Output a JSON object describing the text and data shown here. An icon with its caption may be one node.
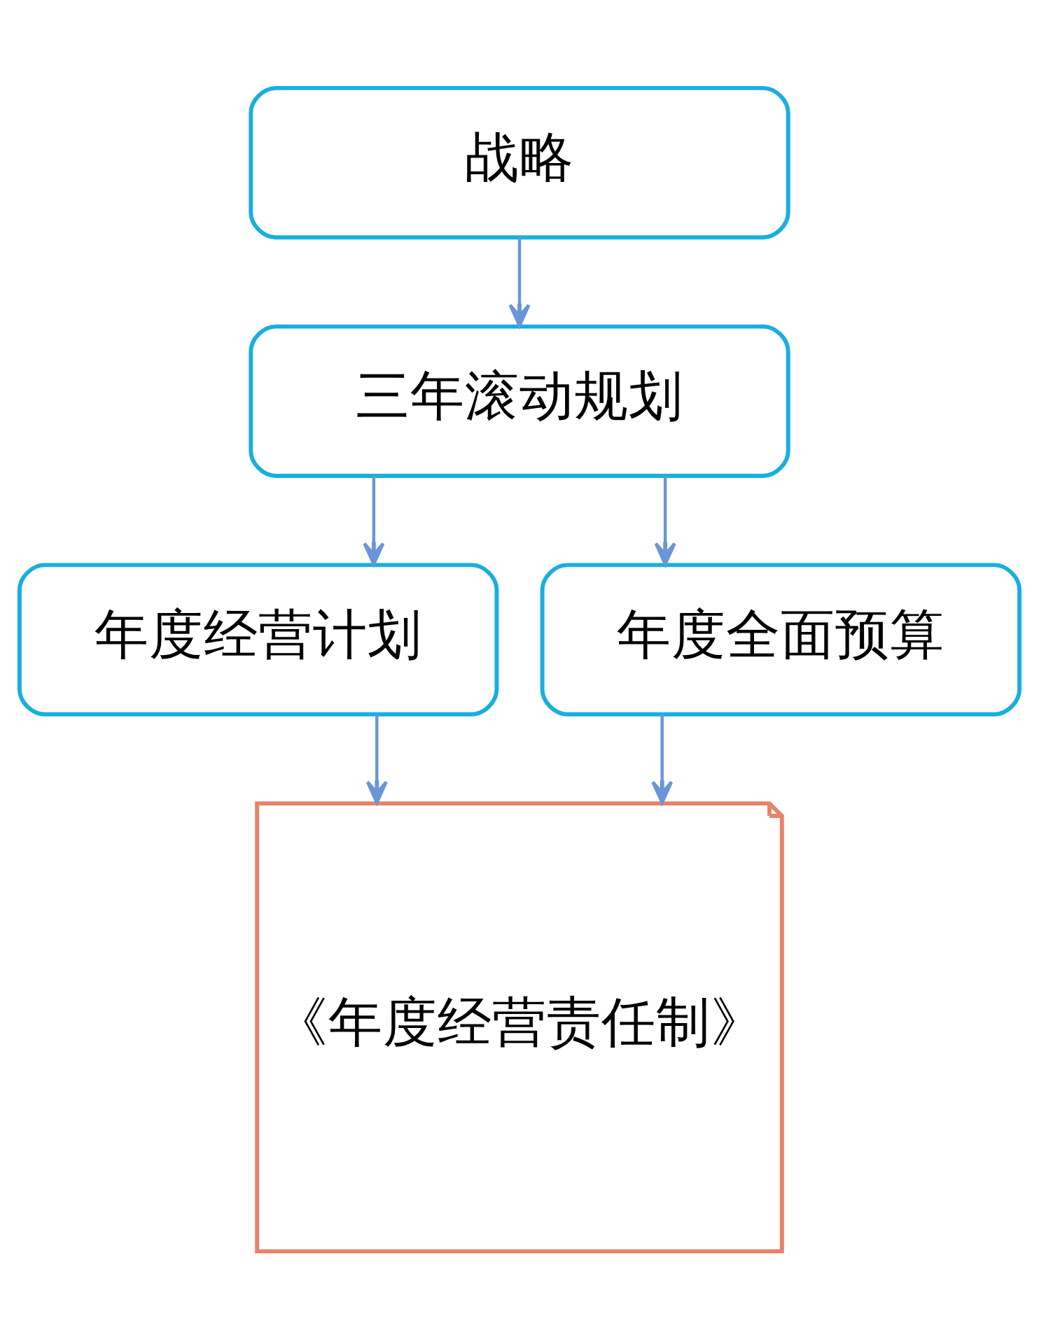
{
  "diagram": {
    "nodes": [
      {
        "text": [
          "战略"
        ]
      },
      {
        "text": [
          "三年滚动规划"
        ]
      },
      {
        "text": [
          "年度经营计划"
        ]
      },
      {
        "text": [
          "年度全面预算"
        ]
      },
      {
        "text": [
          "《年度经营责任制》"
        ]
      }
    ],
    "edges": [
      {
        "from": 0,
        "to": 1,
        "arrow": "to"
      },
      {
        "from": 1,
        "to": 2,
        "arrow": "to"
      },
      {
        "from": 1,
        "to": 3,
        "arrow": "to"
      },
      {
        "from": 2,
        "to": 4,
        "arrow": "to"
      },
      {
        "from": 3,
        "to": 4,
        "arrow": "to"
      }
    ]
  }
}
